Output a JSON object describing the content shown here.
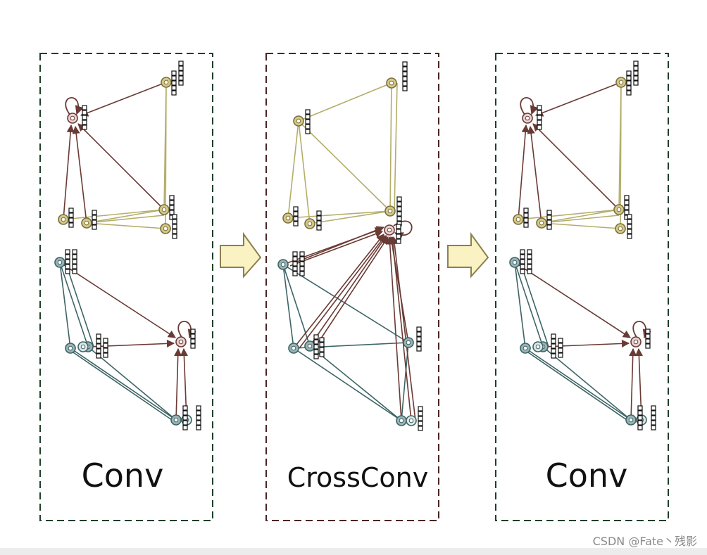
{
  "panels": [
    {
      "label": "Conv",
      "border_color": "#1f3f2c"
    },
    {
      "label": "CrossConv",
      "border_color": "#4a2525"
    },
    {
      "label": "Conv",
      "border_color": "#1f3f2c"
    }
  ],
  "watermark": "CSDN @Fate丶残影",
  "colors": {
    "yellow_edge": "#b5ad6a",
    "yellow_node": "#d6c986",
    "teal_edge": "#3e6466",
    "teal_node": "#9ab4b6",
    "center_edge": "#6a3a34",
    "center_node": "#e9d3d3",
    "arrow_fill": "#fbf2c3",
    "arrow_stroke": "#8a8050"
  },
  "icons": [
    "right-arrow-icon",
    "self-loop-icon",
    "feature-vector-icon"
  ]
}
